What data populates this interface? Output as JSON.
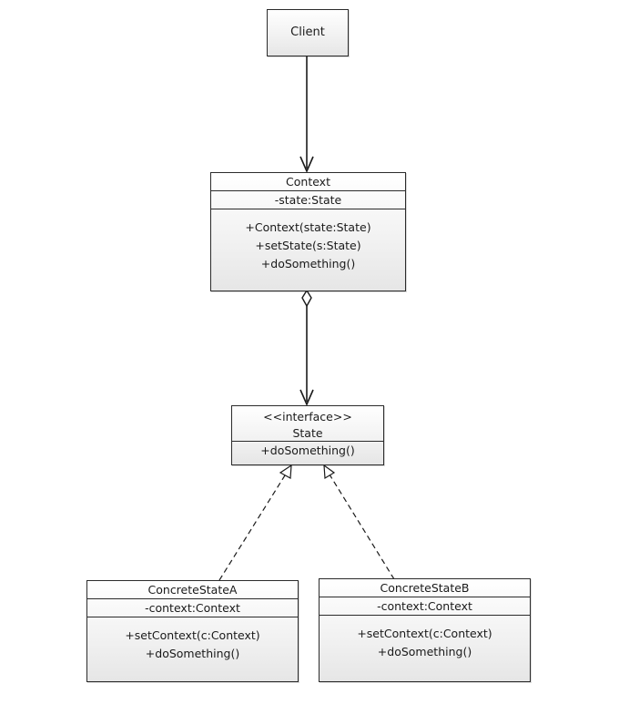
{
  "client": {
    "name": "Client"
  },
  "context": {
    "name": "Context",
    "attributes": [
      "-state:State"
    ],
    "operations": [
      "+Context(state:State)",
      "+setState(s:State)",
      "+doSomething()"
    ]
  },
  "state": {
    "stereotype": "<<interface>>",
    "name": "State",
    "operations": [
      "+doSomething()"
    ]
  },
  "concrete_a": {
    "name": "ConcreteStateA",
    "attributes": [
      "-context:Context"
    ],
    "operations": [
      "+setContext(c:Context)",
      "+doSomething()"
    ]
  },
  "concrete_b": {
    "name": "ConcreteStateB",
    "attributes": [
      "-context:Context"
    ],
    "operations": [
      "+setContext(c:Context)",
      "+doSomething()"
    ]
  }
}
